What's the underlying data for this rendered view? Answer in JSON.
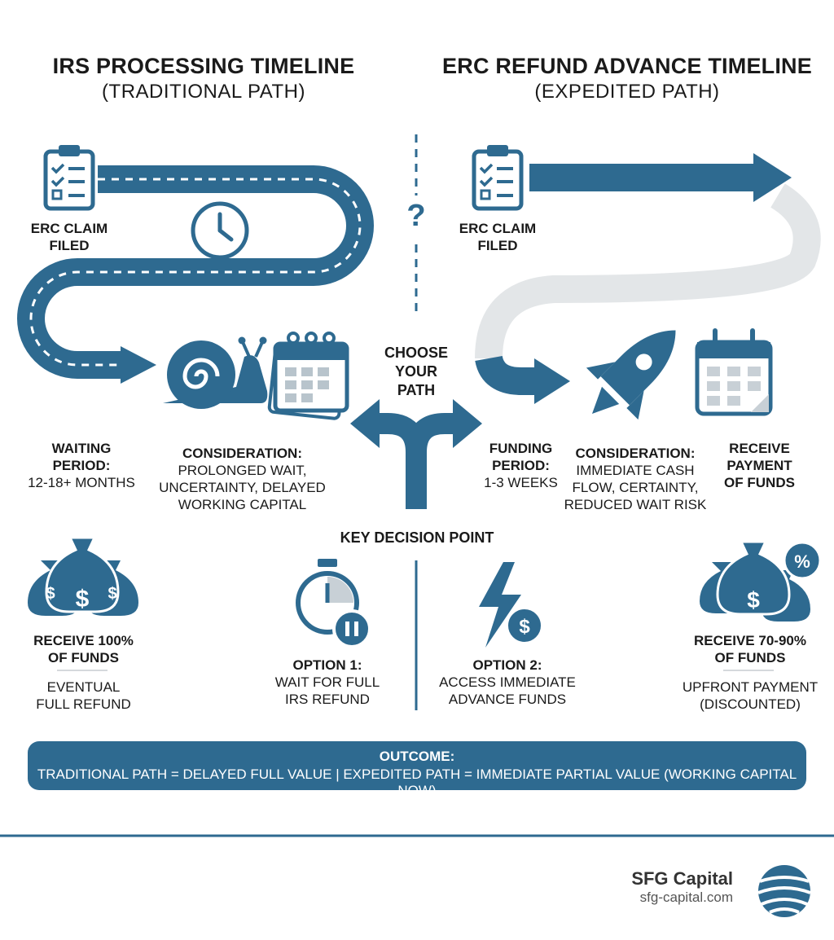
{
  "colors": {
    "primary": "#2e6a90",
    "light_gray": "#e3e6e8",
    "text": "#1a1a1a"
  },
  "left": {
    "title": "IRS PROCESSING TIMELINE",
    "subtitle": "(TRADITIONAL PATH)",
    "claim_line1": "ERC CLAIM",
    "claim_line2": "FILED",
    "waiting_line1": "WAITING",
    "waiting_line2": "PERIOD:",
    "waiting_value": "12-18+ MONTHS",
    "consideration_label": "CONSIDERATION:",
    "consideration_line1": "PROLONGED WAIT,",
    "consideration_line2": "UNCERTAINTY, DELAYED",
    "consideration_line3": "WORKING CAPITAL",
    "receive_line1": "RECEIVE 100%",
    "receive_line2": "OF FUNDS",
    "receive_note1": "EVENTUAL",
    "receive_note2": "FULL REFUND",
    "option_label": "OPTION 1:",
    "option_line1": "WAIT FOR FULL",
    "option_line2": "IRS REFUND"
  },
  "right": {
    "title": "ERC REFUND ADVANCE TIMELINE",
    "subtitle": "(EXPEDITED PATH)",
    "claim_line1": "ERC CLAIM",
    "claim_line2": "FILED",
    "funding_line1": "FUNDING",
    "funding_line2": "PERIOD:",
    "funding_value": "1-3 WEEKS",
    "consideration_label": "CONSIDERATION:",
    "consideration_line1": "IMMEDIATE CASH",
    "consideration_line2": "FLOW, CERTAINTY,",
    "consideration_line3": "REDUCED WAIT RISK",
    "payment_line1": "RECEIVE",
    "payment_line2": "PAYMENT",
    "payment_line3": "OF FUNDS",
    "receive_line1": "RECEIVE 70-90%",
    "receive_line2": "OF FUNDS",
    "receive_note1": "UPFRONT PAYMENT",
    "receive_note2": "(DISCOUNTED)",
    "option_label": "OPTION 2:",
    "option_line1": "ACCESS IMMEDIATE",
    "option_line2": "ADVANCE FUNDS"
  },
  "center": {
    "question": "?",
    "choose_line1": "CHOOSE",
    "choose_line2": "YOUR",
    "choose_line3": "PATH",
    "decision": "KEY DECISION POINT"
  },
  "outcome": {
    "label": "OUTCOME:",
    "text": "TRADITIONAL PATH = DELAYED FULL VALUE | EXPEDITED PATH = IMMEDIATE PARTIAL VALUE (WORKING CAPITAL NOW)"
  },
  "brand": {
    "name": "SFG Capital",
    "url": "sfg-capital.com"
  },
  "icons": [
    "clipboard-checklist-icon",
    "clock-icon",
    "snail-icon",
    "calendar-icon",
    "fork-arrow-icon",
    "rocket-icon",
    "money-bags-icon",
    "stopwatch-pause-icon",
    "lightning-dollar-icon",
    "money-bag-percent-icon",
    "globe-logo-icon"
  ]
}
